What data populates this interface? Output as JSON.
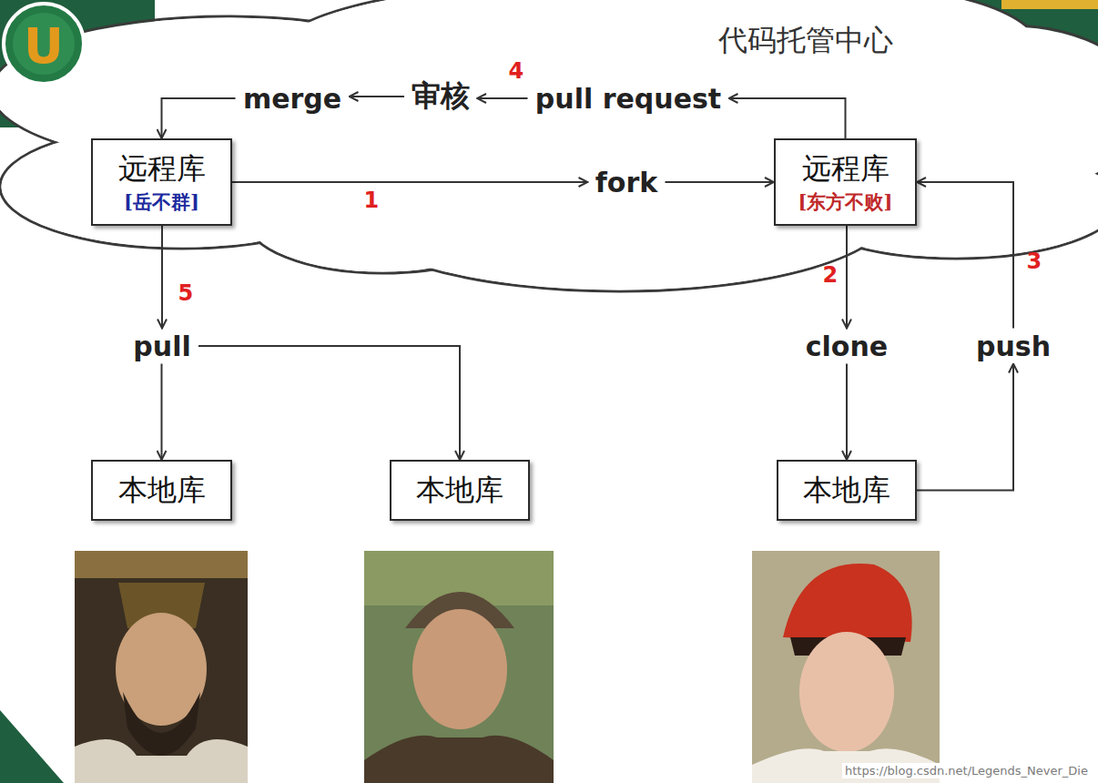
{
  "diagram": {
    "title": "代码托管中心",
    "nodes": [
      {
        "text": [
          "merge"
        ]
      },
      {
        "text": [
          "审核"
        ]
      },
      {
        "text": [
          "pull request"
        ]
      },
      {
        "text": [
          "远程库",
          "[岳不群]"
        ]
      },
      {
        "text": [
          "fork"
        ]
      },
      {
        "text": [
          "远程库",
          "[东方不败]"
        ]
      },
      {
        "text": [
          "pull"
        ]
      },
      {
        "text": [
          "clone"
        ]
      },
      {
        "text": [
          "push"
        ]
      },
      {
        "text": [
          "本地库"
        ]
      },
      {
        "text": [
          "本地库"
        ]
      },
      {
        "text": [
          "本地库"
        ]
      }
    ],
    "edges": [
      {
        "from": 2,
        "to": 1,
        "arrow": "to"
      },
      {
        "from": 1,
        "to": 0,
        "arrow": "to"
      },
      {
        "from": 0,
        "to": 3,
        "arrow": "to"
      },
      {
        "from": 3,
        "to": 4,
        "arrow": "to"
      },
      {
        "from": 4,
        "to": 5,
        "arrow": "to"
      },
      {
        "from": 5,
        "to": 2,
        "arrow": "to"
      },
      {
        "from": 3,
        "to": 6,
        "arrow": "to"
      },
      {
        "from": 6,
        "to": 9,
        "arrow": "to"
      },
      {
        "from": 6,
        "to": 10,
        "arrow": "to"
      },
      {
        "from": 5,
        "to": 7,
        "arrow": "to"
      },
      {
        "from": 7,
        "to": 11,
        "arrow": "to"
      },
      {
        "from": 11,
        "to": 8,
        "arrow": "to"
      },
      {
        "from": 8,
        "to": 5,
        "arrow": "to"
      }
    ],
    "labels": [
      "U",
      "4",
      "1",
      "5",
      "2",
      "3",
      "https://blog.csdn.net/Legends_Never_Die"
    ]
  }
}
